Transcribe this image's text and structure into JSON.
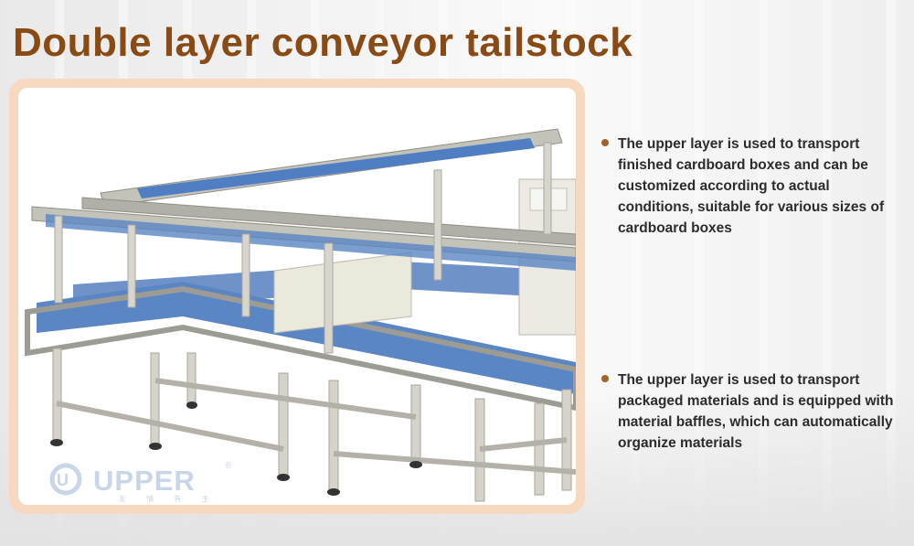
{
  "title": "Double layer conveyor tailstock",
  "colors": {
    "title": "#8a4a14",
    "frame": "#f6d9bf",
    "bullet_dot": "#a0642b",
    "belt": "#5a86c4",
    "steel": "#b8b8b0"
  },
  "bullets": [
    {
      "text": "The upper layer is used to transport finished cardboard boxes and can be customized according to actual conditions, suitable for various sizes of cardboard boxes"
    },
    {
      "text": "The upper layer is used to transport packaged materials and is equipped with material baffles, which can automatically organize materials"
    }
  ],
  "logo": {
    "word": "UPPER",
    "registered": "®",
    "sub": "友 情 有 主"
  }
}
